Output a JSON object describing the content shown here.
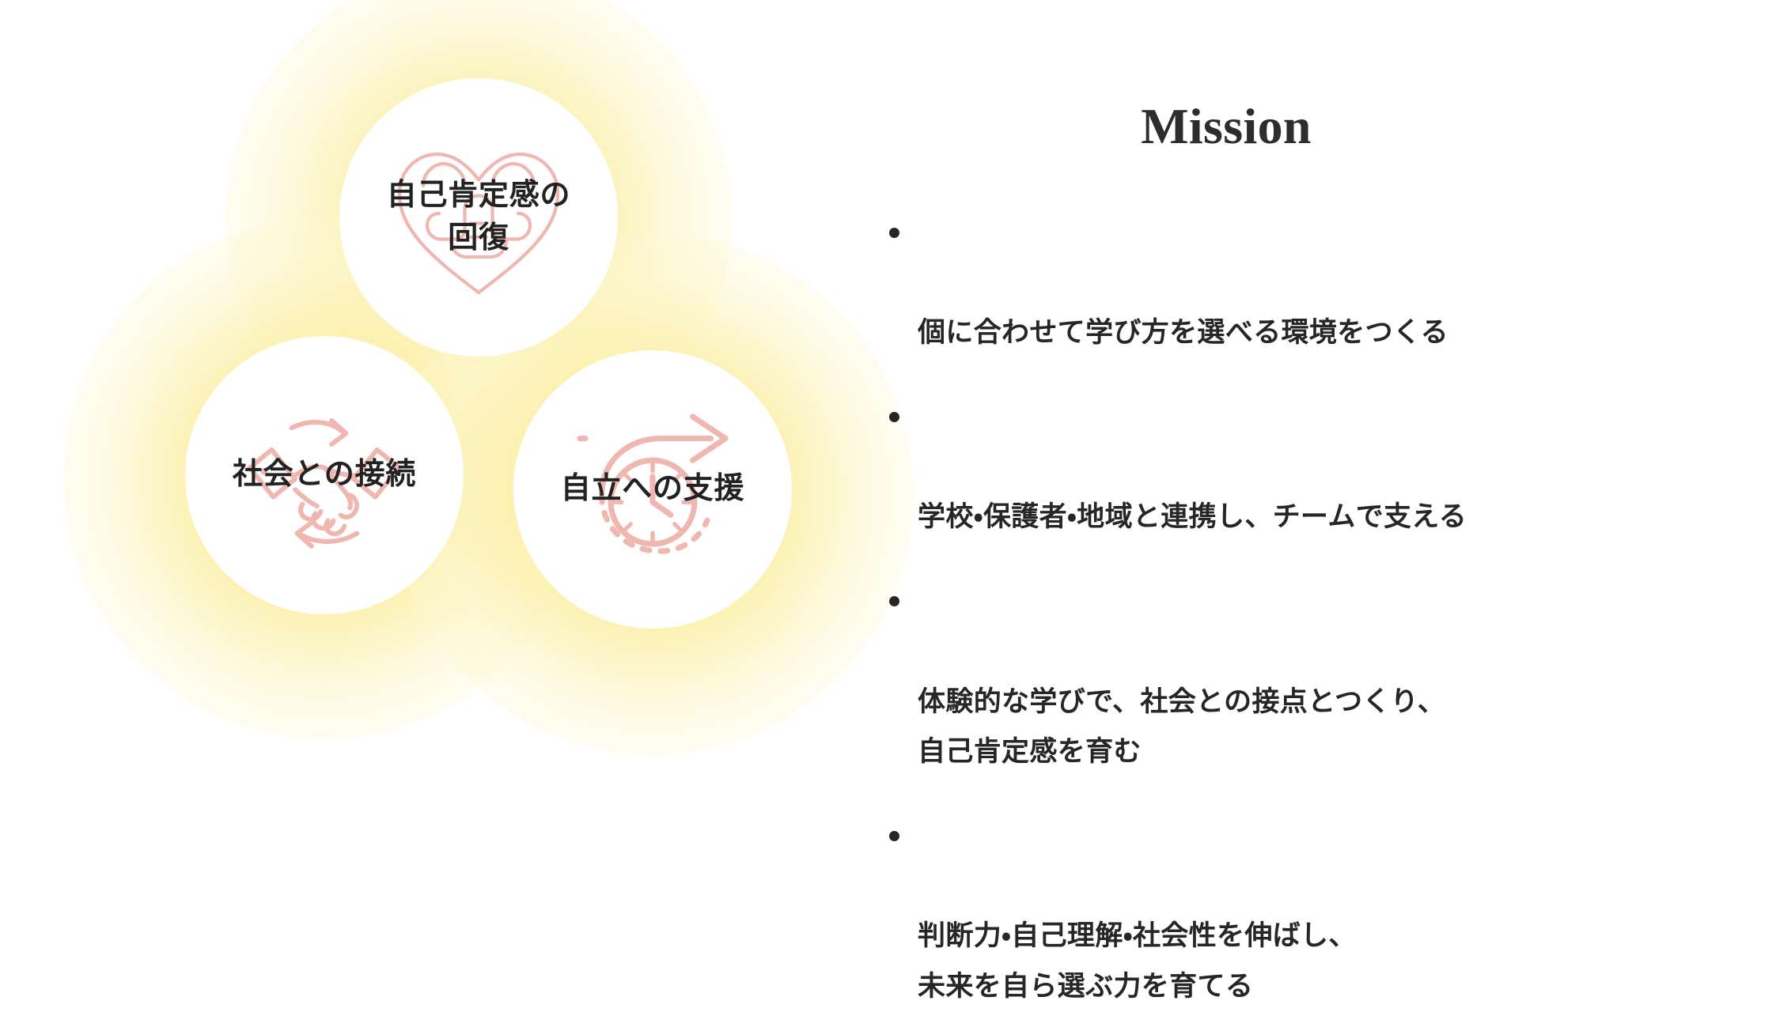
{
  "slide": {
    "background_color": "#ffffff",
    "glow_color": "#faec96",
    "icon_color": "#f0b7b1",
    "text_color": "#262626",
    "title_color": "#2d2d2d"
  },
  "visual": {
    "bubbles": [
      {
        "id": "self-affirmation",
        "label": "自己肯定感の\n回復",
        "icon": "heart-hands-icon"
      },
      {
        "id": "social-connection",
        "label": "社会との接続",
        "icon": "handshake-icon"
      },
      {
        "id": "independence-support",
        "label": "自立への支援",
        "icon": "clock-arrow-icon"
      }
    ]
  },
  "mission": {
    "title": "Mission",
    "items": [
      {
        "text": "個に合わせて学び方を選べる環境をつくる"
      },
      {
        "text": "学校・保護者・地域と連携し、チームで支える"
      },
      {
        "text": "体験的な学びで、社会との接点とつくり、\n自己肯定感を育む"
      },
      {
        "text": "判断力・自己理解・社会性を伸ばし、\n未来を自ら選ぶ力を育てる"
      }
    ]
  }
}
